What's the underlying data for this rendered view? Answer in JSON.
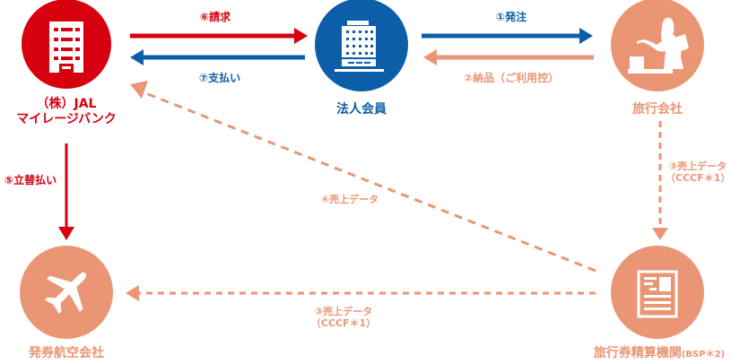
{
  "colors": {
    "red": "#d7000f",
    "blue": "#0c5ea8",
    "orange": "#ea9674",
    "icon_fill": "#ffffff"
  },
  "nodes": {
    "jal": {
      "label_line1": "（株）JAL",
      "label_line2": "マイレージバンク",
      "icon": "office-building-icon",
      "color": "red"
    },
    "corporate": {
      "label": "法人会員",
      "icon": "corporate-tower-icon",
      "color": "blue"
    },
    "travel_agency": {
      "label": "旅行会社",
      "icon": "travel-agent-person-icon",
      "color": "orange"
    },
    "airline": {
      "label": "発券航空会社",
      "icon": "airplane-icon",
      "color": "orange"
    },
    "bsp": {
      "label": "旅行券精算機関",
      "label_suffix": "(BSP＊2)",
      "icon": "document-icon",
      "color": "orange"
    }
  },
  "edges": {
    "e6": {
      "label": "⑥請求",
      "from": "jal",
      "to": "corporate",
      "style": "solid",
      "color": "red"
    },
    "e7": {
      "label": "⑦支払い",
      "from": "corporate",
      "to": "jal",
      "style": "solid",
      "color": "blue"
    },
    "e1": {
      "label": "①発注",
      "from": "corporate",
      "to": "travel_agency",
      "style": "solid",
      "color": "blue"
    },
    "e2": {
      "label": "②納品（ご利用控）",
      "from": "travel_agency",
      "to": "corporate",
      "style": "solid",
      "color": "orange"
    },
    "e5": {
      "label": "⑤立替払い",
      "from": "jal",
      "to": "airline",
      "style": "solid",
      "color": "red"
    },
    "e3a": {
      "label_line1": "③売上データ",
      "label_line2": "（CCCF＊1）",
      "from": "travel_agency",
      "to": "bsp",
      "style": "dashed",
      "color": "orange"
    },
    "e4": {
      "label": "④売上データ",
      "from": "bsp",
      "to": "jal",
      "style": "dashed",
      "color": "orange"
    },
    "e3b": {
      "label_line1": "③売上データ",
      "label_line2": "（CCCF＊1）",
      "from": "bsp",
      "to": "airline",
      "style": "dashed",
      "color": "orange"
    }
  }
}
